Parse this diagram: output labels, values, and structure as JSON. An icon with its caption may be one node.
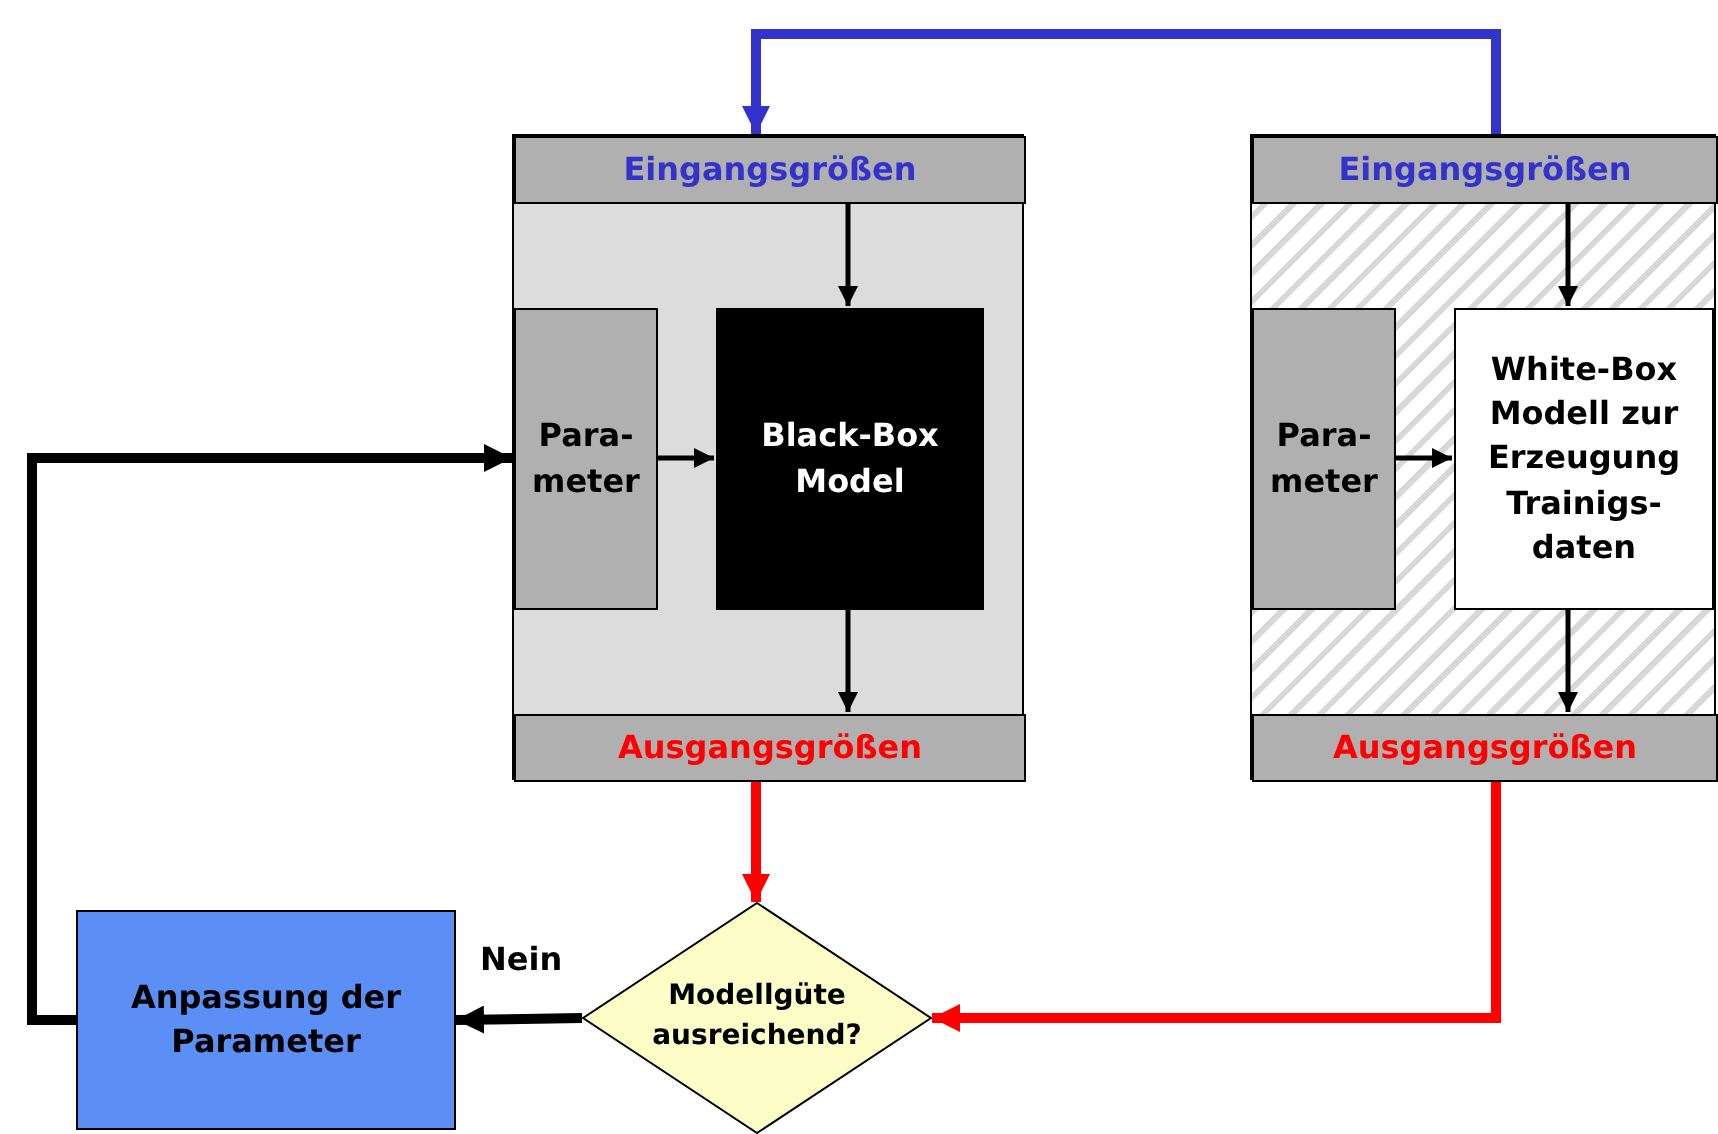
{
  "diagram": {
    "nodes": [
      {
        "text": [],
        "shape": "box"
      },
      {
        "text": [
          "Eingangsgrößen"
        ],
        "in": 0
      },
      {
        "text": [
          "Para- meter"
        ],
        "in": 0
      },
      {
        "text": [
          "Black-Box Model"
        ],
        "in": 0
      },
      {
        "text": [
          "Ausgangsgrößen"
        ],
        "in": 0
      },
      {
        "text": [],
        "shape": "box"
      },
      {
        "text": [
          "Eingangsgrößen"
        ],
        "in": 5
      },
      {
        "text": [
          "Para- meter"
        ],
        "in": 5
      },
      {
        "text": [
          "White-Box Modell zur Erzeugung Trainigs- daten"
        ],
        "in": 5
      },
      {
        "text": [
          "Ausgangsgrößen"
        ],
        "in": 5
      },
      {
        "text": [
          "Modellgüte ausreichend?"
        ]
      },
      {
        "text": [
          "Anpassung der Parameter"
        ]
      }
    ],
    "edges": [
      {
        "from": 1,
        "to": 3,
        "arrow": "to"
      },
      {
        "from": 2,
        "to": 3,
        "arrow": "to"
      },
      {
        "from": 3,
        "to": 4,
        "arrow": "to"
      },
      {
        "from": 6,
        "to": 8,
        "arrow": "to"
      },
      {
        "from": 7,
        "to": 8,
        "arrow": "to"
      },
      {
        "from": 8,
        "to": 9,
        "arrow": "to"
      },
      {
        "from": 6,
        "to": 1,
        "arrow": "to",
        "style": "thick",
        "color": "#3333cc"
      },
      {
        "from": 4,
        "to": 10,
        "arrow": "to",
        "style": "thick",
        "color": "#ff0000"
      },
      {
        "from": 9,
        "to": 10,
        "arrow": "to",
        "style": "thick",
        "color": "#ff0000"
      },
      {
        "from": 10,
        "to": 11,
        "arrow": "to",
        "label": "Nein",
        "style": "thick"
      },
      {
        "from": 11,
        "to": 2,
        "arrow": "to",
        "style": "thick"
      }
    ]
  }
}
